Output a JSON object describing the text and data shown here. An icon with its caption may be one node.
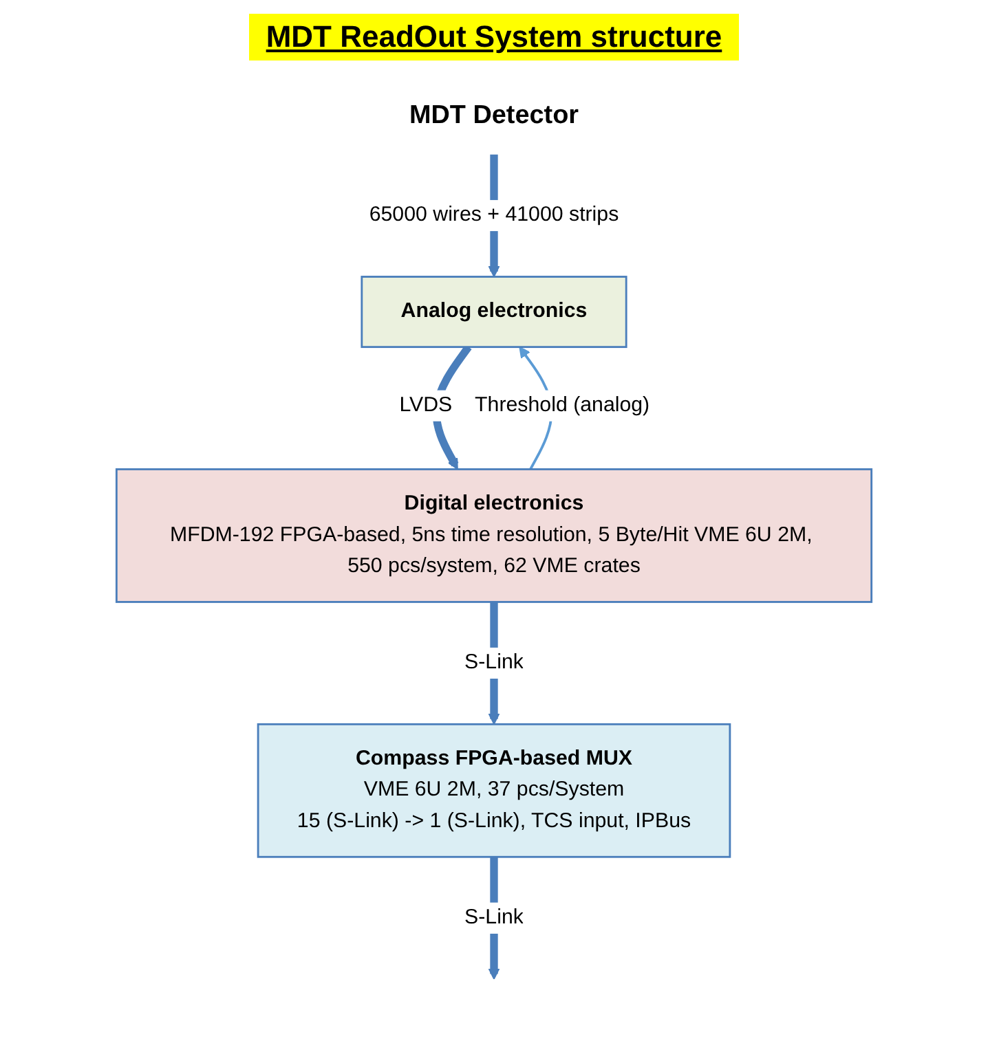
{
  "diagram": {
    "title": "MDT ReadOut System structure",
    "nodes": [
      {
        "text": [
          "MDT Detector"
        ]
      },
      {
        "text": [
          "Analog electronics"
        ]
      },
      {
        "text": [
          "Digital electronics",
          "MFDM-192 FPGA-based, 5ns time resolution, 5 Byte/Hit VME 6U 2M, 550 pcs/system, 62 VME crates"
        ]
      },
      {
        "text": [
          "Compass FPGA-based MUX",
          "VME 6U 2M, 37 pcs/System",
          "15 (S-Link) -> 1 (S-Link), TCS input, IPBus"
        ]
      }
    ],
    "edges": [
      {
        "from": 0,
        "to": 1,
        "arrow": "to",
        "label": "65000 wires + 41000 strips"
      },
      {
        "from": 1,
        "to": 2,
        "arrow": "to",
        "label": "LVDS"
      },
      {
        "from": 2,
        "to": 1,
        "arrow": "to",
        "label": "Threshold (analog)",
        "color": "#5b9bd5"
      },
      {
        "from": 2,
        "to": 3,
        "arrow": "to",
        "label": "S-Link"
      },
      {
        "from": 3,
        "to": null,
        "arrow": "to",
        "label": "S-Link"
      }
    ]
  }
}
